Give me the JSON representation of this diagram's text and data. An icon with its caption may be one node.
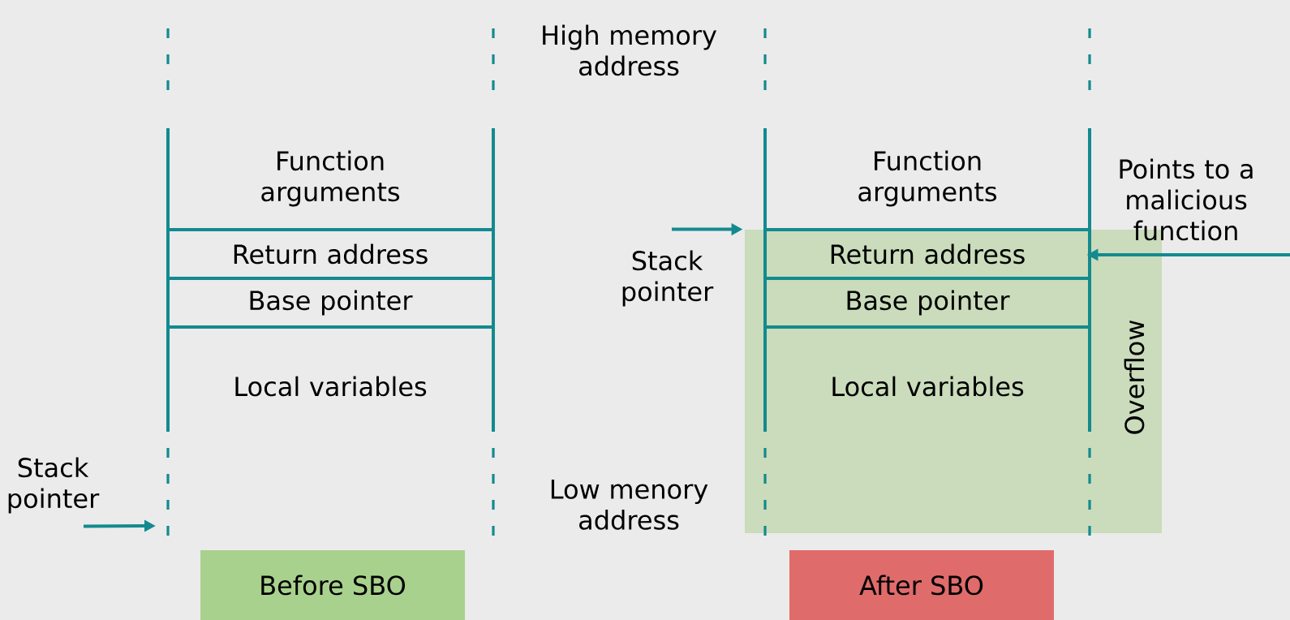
{
  "diagram": {
    "nodes": [
      {
        "text": [
          "Function arguments"
        ]
      },
      {
        "text": [
          "Return address"
        ]
      },
      {
        "text": [
          "Base pointer"
        ]
      },
      {
        "text": [
          "Local variables"
        ]
      },
      {
        "text": [
          "Stack pointer"
        ]
      },
      {
        "text": [
          "Before SBO"
        ]
      },
      {
        "text": [
          "Function arguments"
        ]
      },
      {
        "text": [
          "Overflow"
        ]
      },
      {
        "text": [
          "Return address"
        ],
        "in": 7
      },
      {
        "text": [
          "Base pointer"
        ],
        "in": 7
      },
      {
        "text": [
          "Local variables"
        ],
        "in": 7
      },
      {
        "text": [
          "Stack pointer"
        ]
      },
      {
        "text": [
          "After SBO"
        ]
      }
    ],
    "edges": [
      {
        "from": 4,
        "to": null,
        "arrow": "to"
      },
      {
        "from": 11,
        "to": 7,
        "arrow": "to"
      },
      {
        "from": null,
        "to": 8,
        "arrow": "to",
        "label": "Points to a malicious function"
      }
    ],
    "labels": [
      "High memory address",
      "Low menory address"
    ]
  }
}
